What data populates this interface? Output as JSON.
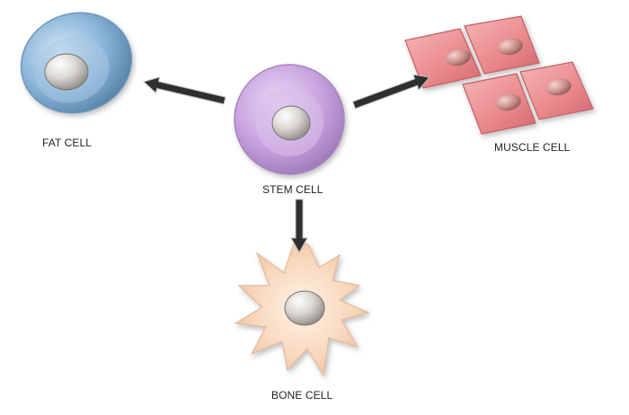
{
  "diagram": {
    "center": {
      "label": "STEM CELL",
      "color": "#c9a6e0"
    },
    "targets": [
      {
        "id": "fat",
        "label": "FAT CELL",
        "color": "#8bb6d9"
      },
      {
        "id": "muscle",
        "label": "MUSCLE CELL",
        "color": "#e9878b"
      },
      {
        "id": "bone",
        "label": "BONE CELL",
        "color": "#f8d8bd"
      }
    ],
    "arrow_color": "#2f2f2f"
  }
}
